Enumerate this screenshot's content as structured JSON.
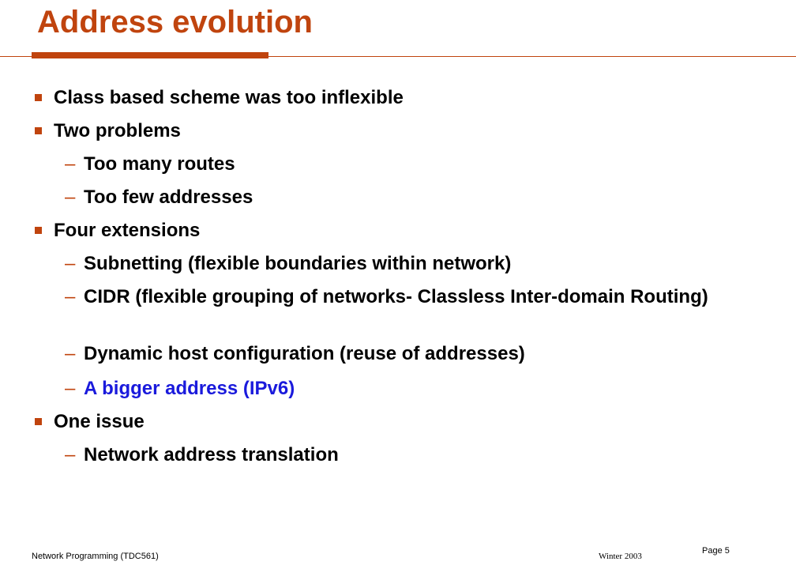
{
  "slide": {
    "title": "Address evolution",
    "bullets": [
      {
        "level": 1,
        "text": "Class based scheme was too inflexible"
      },
      {
        "level": 1,
        "text": "Two problems"
      },
      {
        "level": 2,
        "text": "Too many routes"
      },
      {
        "level": 2,
        "text": "Too few addresses"
      },
      {
        "level": 1,
        "text": "Four extensions"
      },
      {
        "level": 2,
        "text": "Subnetting (flexible boundaries within network)"
      },
      {
        "level": 2,
        "text": "CIDR (flexible grouping of networks- Classless Inter-domain Routing)"
      },
      {
        "level": 2,
        "text": "Dynamic host configuration (reuse of addresses)"
      },
      {
        "level": 2,
        "text": "A bigger address (IPv6)",
        "highlight": true
      },
      {
        "level": 1,
        "text": "One issue"
      },
      {
        "level": 2,
        "text": "Network address translation"
      }
    ],
    "sub_marker": "–"
  },
  "footer": {
    "course": "Network Programming (TDC561)",
    "term": "Winter  2003",
    "page": "Page 5"
  },
  "colors": {
    "accent": "#c0440e",
    "highlight": "#1a1adc"
  }
}
